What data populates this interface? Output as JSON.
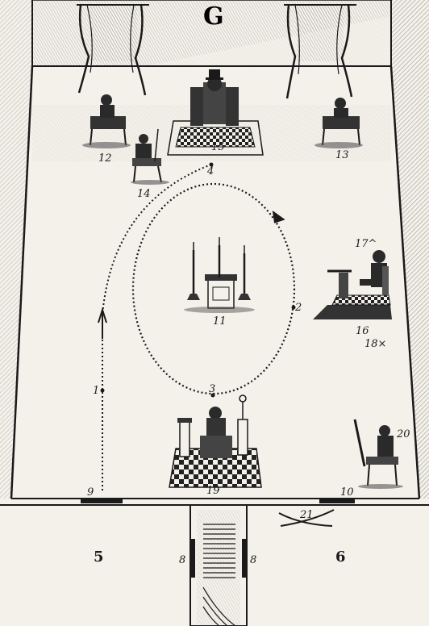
{
  "diagram": {
    "top_letter": "G",
    "labels": {
      "l1": "1",
      "l2": "2",
      "l3": "3",
      "l4": "4",
      "l5": "5",
      "l6": "6",
      "l8a": "8",
      "l8b": "8",
      "l9": "9",
      "l10": "10",
      "l11": "11",
      "l12": "12",
      "l13": "13",
      "l14": "14",
      "l15": "15",
      "l16": "16",
      "l17": "17^",
      "l18": "18×",
      "l19": "19",
      "l20": "20",
      "l21": "21"
    }
  }
}
